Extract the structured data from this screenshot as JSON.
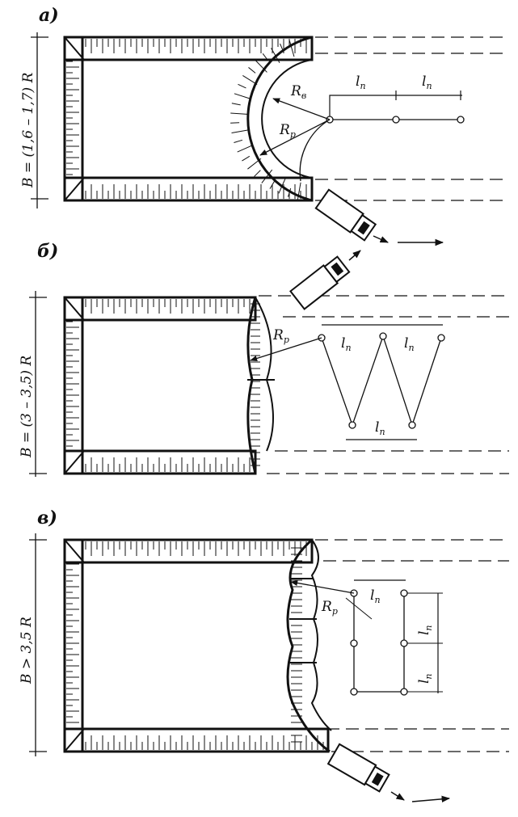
{
  "panels": [
    {
      "letter": "а)",
      "width_label": "B = (1,6 – 1,7) R",
      "labels": {
        "rv": "R",
        "rv_sub": "в",
        "rp": "R",
        "rp_sub": "р",
        "ln1": "l",
        "ln1_sub": "п",
        "ln2": "l",
        "ln2_sub": "п"
      }
    },
    {
      "letter": "б)",
      "width_label": "B = (3 – 3,5) R",
      "labels": {
        "rp": "R",
        "rp_sub": "р",
        "ln1": "l",
        "ln1_sub": "п",
        "ln2": "l",
        "ln2_sub": "п",
        "ln3": "l",
        "ln3_sub": "п"
      }
    },
    {
      "letter": "в)",
      "width_label": "B > 3,5 R",
      "labels": {
        "rp": "R",
        "rp_sub": "р",
        "ln1": "l",
        "ln1_sub": "п",
        "ln2": "l",
        "ln2_sub": "п",
        "ln3": "l",
        "ln3_sub": "п"
      }
    }
  ],
  "colors": {
    "ink": "#111111",
    "paper": "#ffffff"
  }
}
